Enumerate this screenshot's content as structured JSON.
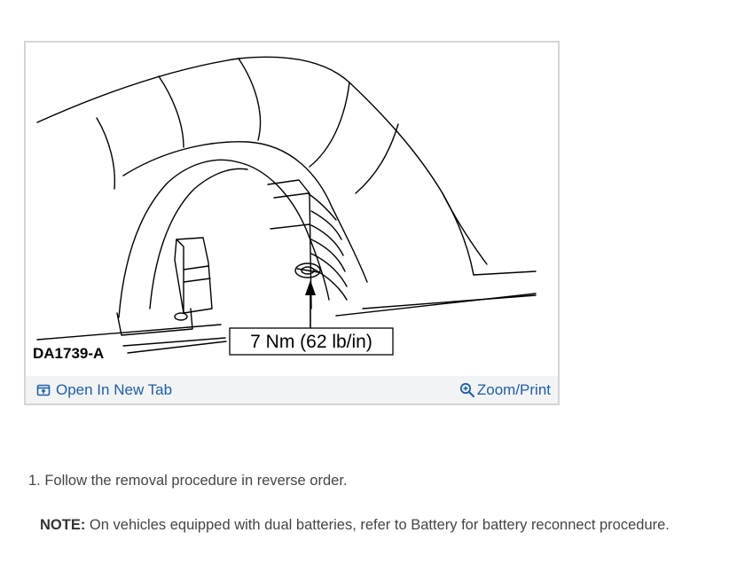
{
  "figure": {
    "drawing_id": "DA1739-A",
    "torque_callout": "7 Nm (62 lb/in)",
    "open_tab_label": "Open In New Tab",
    "zoom_print_label": "Zoom/Print",
    "icons": {
      "open_tab": "open-new-tab-icon",
      "zoom": "zoom-in-icon"
    },
    "link_color": "#1f5fa8"
  },
  "step": {
    "text": "1. Follow the removal procedure in reverse order."
  },
  "note": {
    "label": "NOTE:",
    "text": " On vehicles equipped with dual batteries, refer to Battery for battery reconnect procedure."
  }
}
